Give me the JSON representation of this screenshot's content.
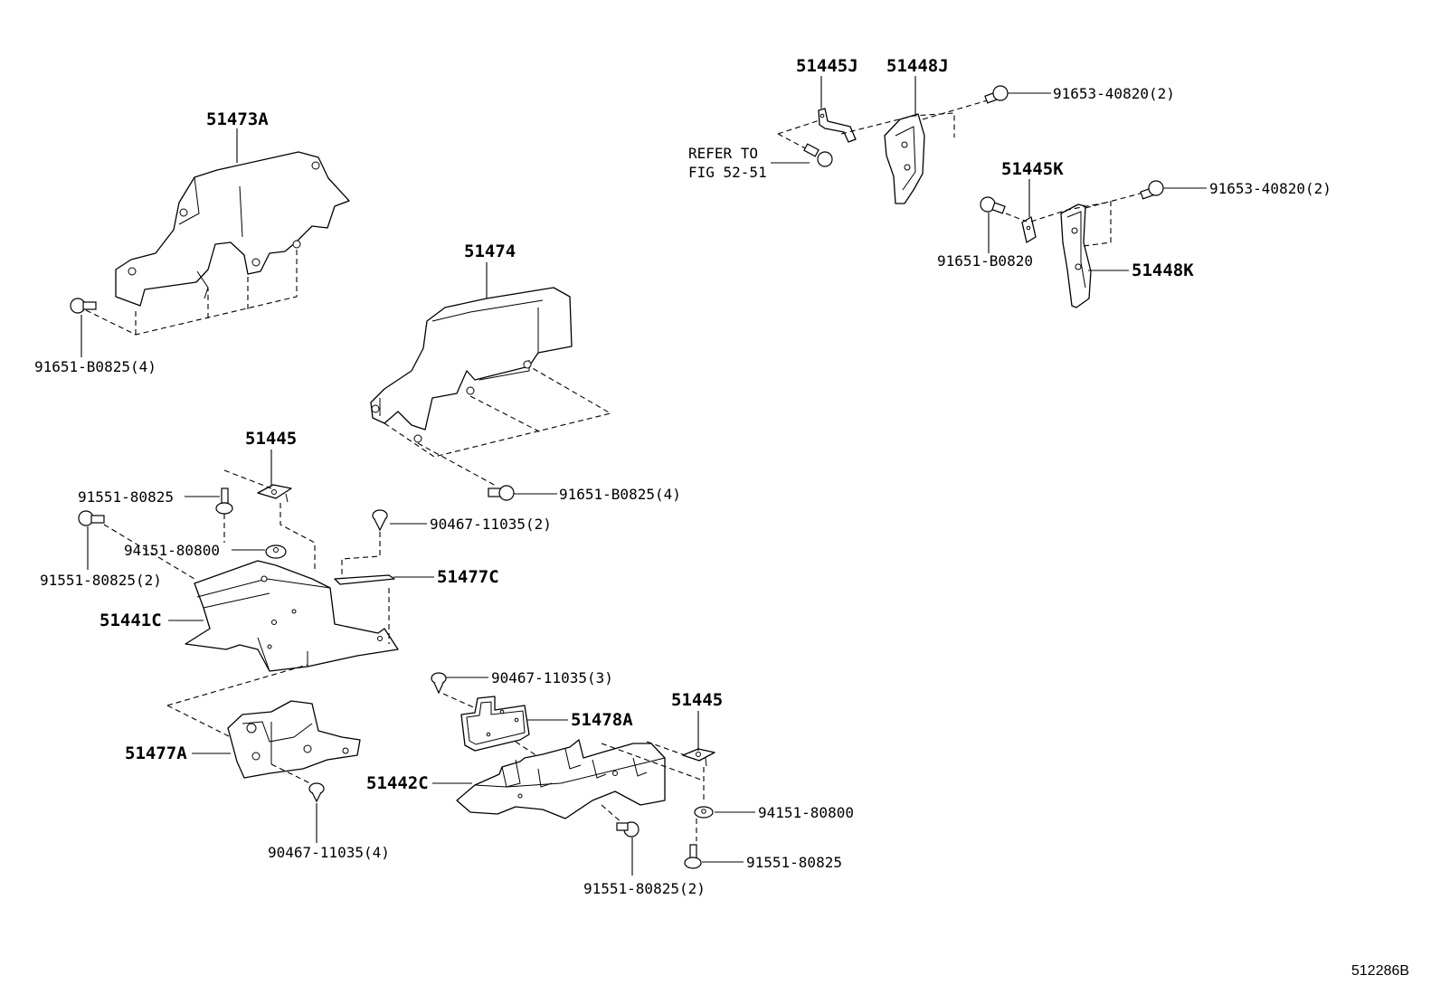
{
  "diagram_code": "512286B",
  "labels": {
    "p51473A": "51473A",
    "p51474": "51474",
    "p51445_a": "51445",
    "p51441C": "51441C",
    "p51477C": "51477C",
    "p51477A": "51477A",
    "p51478A": "51478A",
    "p51445_b": "51445",
    "p51442C": "51442C",
    "p51445J": "51445J",
    "p51448J": "51448J",
    "p51445K": "51445K",
    "p51448K": "51448K",
    "f91651_B0825_4_a": "91651-B0825(4)",
    "f91651_B0825_4_b": "91651-B0825(4)",
    "f91551_80825_a": "91551-80825",
    "f91551_80825_2_a": "91551-80825(2)",
    "f94151_80800_a": "94151-80800",
    "f90467_11035_2": "90467-11035(2)",
    "f90467_11035_3": "90467-11035(3)",
    "f90467_11035_4": "90467-11035(4)",
    "f94151_80800_b": "94151-80800",
    "f91551_80825_b": "91551-80825",
    "f91551_80825_2_b": "91551-80825(2)",
    "f91653_40820_2_a": "91653-40820(2)",
    "f91653_40820_2_b": "91653-40820(2)",
    "f91651_B0820": "91651-B0820",
    "refer_line1": "REFER TO",
    "refer_line2": "FIG 52-51"
  }
}
